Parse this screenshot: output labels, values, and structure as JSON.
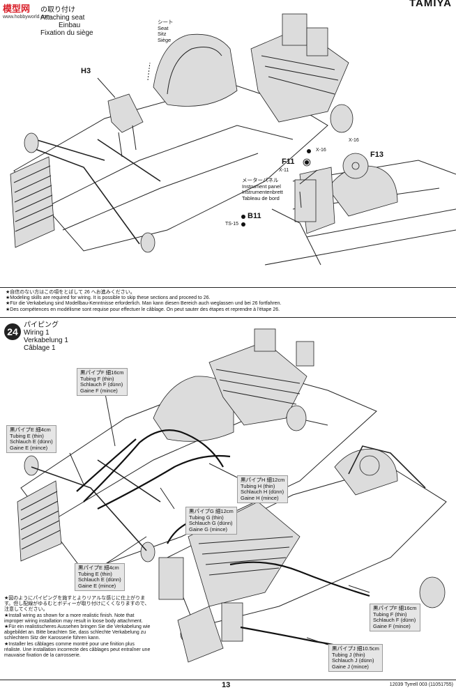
{
  "header": {
    "brand": "TAMIYA"
  },
  "watermark": {
    "name": "模型网",
    "url": "www.hobbyworld.com"
  },
  "seat_step": {
    "title_jp": "の取り付け",
    "title_en": "Attaching seat",
    "title_de": "Einbau",
    "title_fr": "Fixation du siège",
    "seat_callout": [
      "シート",
      "Seat",
      "Sitz",
      "Siège"
    ],
    "part_h3": "H3",
    "part_f11": "F11",
    "part_f13": "F13",
    "part_b11": "B11",
    "small_x16a": "X-16",
    "small_x16b": "X-16",
    "small_x11": "X-11",
    "small_ts15": "TS-15",
    "panel_callout": [
      "メーターパネル",
      "Instrument panel",
      "Instrumentenbrett",
      "Tableau de bord"
    ]
  },
  "skip_notes": [
    "★自信のない方はこの項をとばして 26 へお進みください。",
    "★Modeling skills are required for wiring. It is possible to skip these sections and proceed to 26.",
    "★Für die Verkabelung sind Modellbau-Kenntnisse erforderlich. Man kann diesen Bereich auch weglassen und bei 26 fortfahren.",
    "★Des compétences en modélisme sont requise pour effectuer le câblage. On peut sauter des étapes et reprendre à l'étape 26."
  ],
  "wiring_step": {
    "number": "24",
    "title": [
      "パイピング",
      "Wiring 1",
      "Verkabelung 1",
      "Câblage 1"
    ],
    "labels": {
      "f_top": [
        "黒パイプF 細16cm",
        "Tubing F (thin)",
        "Schlauch F (dünn)",
        "Gaine F (mince)"
      ],
      "e_left": [
        "黒パイプE 細4cm",
        "Tubing E (thin)",
        "Schlauch E (dünn)",
        "Gaine E (mince)"
      ],
      "h": [
        "黒パイプH 細12cm",
        "Tubing H (thin)",
        "Schlauch H (dünn)",
        "Gaine H (mince)"
      ],
      "g": [
        "黒パイプG 細12cm",
        "Tubing G (thin)",
        "Schlauch G (dünn)",
        "Gaine G (mince)"
      ],
      "e_lower": [
        "黒パイプE 細4cm",
        "Tubing E (thin)",
        "Schlauch E (dünn)",
        "Gaine E (mince)"
      ],
      "f_right": [
        "黒パイプF 細16cm",
        "Tubing F (thin)",
        "Schlauch F (dünn)",
        "Gaine F (mince)"
      ],
      "j": [
        "黒パイプJ 細10.5cm",
        "Tubing J (thin)",
        "Schlauch J (dünn)",
        "Gaine J (mince)"
      ]
    },
    "notes": [
      "★図のようにパイピングを施すとよりリアルな感じに仕上がります。但し配線がゆるむとボディーが取り付けにくくなりますので、注意してください。",
      "★Install wiring as shown for a more realistic finish. Note that improper wiring installation may result in loose body attachment.",
      "★Für ein realistischeres Aussehen bringen Sie die Verkabelung wie abgebildet an. Bitte beachten Sie, dass schlechte Verkabelung zu schlechtem Sitz der Karosserie führen kann.",
      "★Installer les câblages comme montré pour une finition plus réaliste. Une installation incorrecte des câblages peut entraîner une mauvaise fixation de la carrosserie."
    ]
  },
  "footer": {
    "page": "13",
    "id": "12039 Tyrrell 003 (11051755)"
  }
}
